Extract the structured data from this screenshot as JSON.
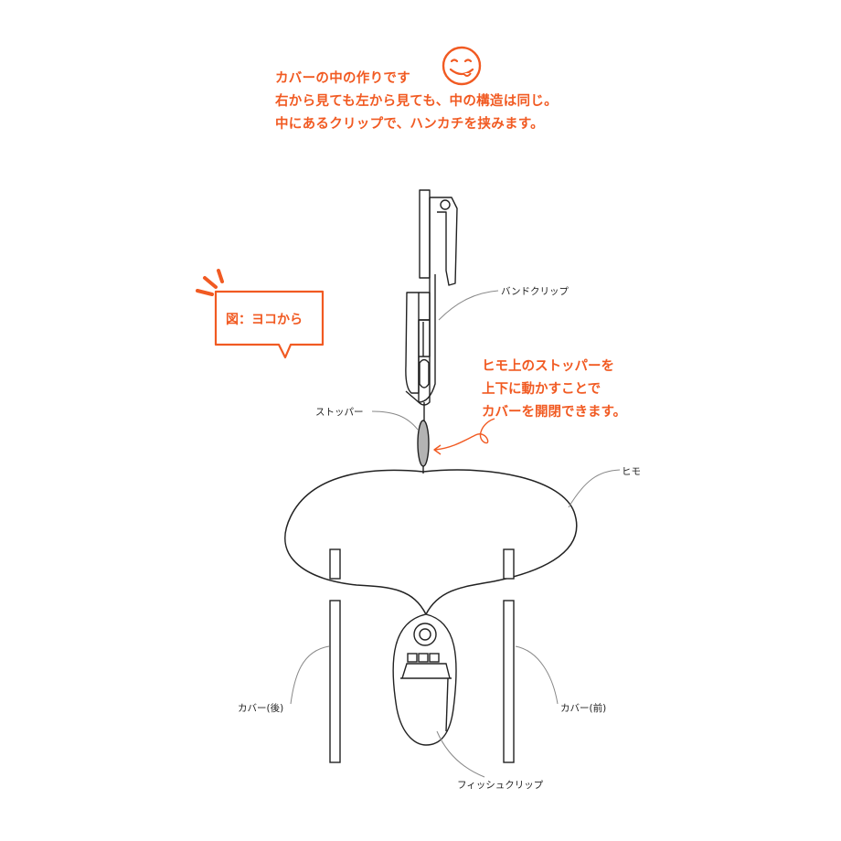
{
  "intro": {
    "line1": "カバーの中の作りです",
    "line2": "右から見ても左から見ても、中の構造は同じ。",
    "line3": "中にあるクリップで、ハンカチを挟みます。"
  },
  "view_badge": {
    "text": "図：ヨコから"
  },
  "stopper_note": {
    "line1": "ヒモ上のストッパーを",
    "line2": "上下に動かすことで",
    "line3": "カバーを開閉できます。"
  },
  "callouts": {
    "band_clip": "バンドクリップ",
    "stopper": "ストッパー",
    "cord": "ヒモ",
    "cover_back": "カバー(後)",
    "cover_front": "カバー(前)",
    "fish_clip": "フィッシュクリップ"
  },
  "colors": {
    "accent": "#f15a22",
    "line": "#222222",
    "stopper_fill": "#b3b3b3"
  }
}
